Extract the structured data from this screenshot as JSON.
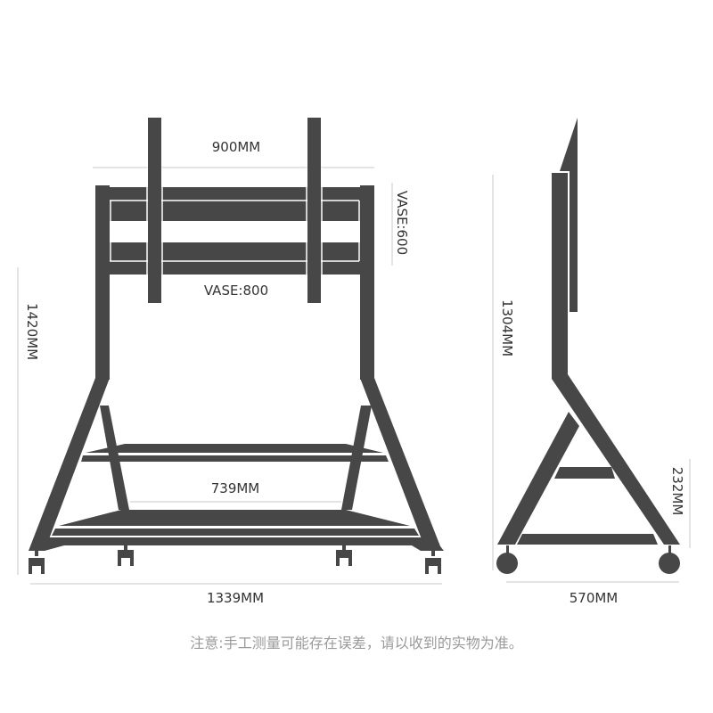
{
  "figure": {
    "title": "Mobile TV stand dimension drawing",
    "colors": {
      "steel": "#474747",
      "dimension_line": "#c8c8c8",
      "label": "#333333",
      "note": "#9a9a9a",
      "background": "#ffffff"
    }
  },
  "front_view": {
    "labels": {
      "top_width": "900MM",
      "vesa_horizontal": "VASE:800",
      "vesa_vertical": "VASE:600",
      "total_height": "1420MM",
      "shelf_width": "739MM",
      "base_width": "1339MM"
    },
    "casters": 4,
    "shelves": 2
  },
  "side_view": {
    "labels": {
      "height": "1304MM",
      "shelf_height": "232MM",
      "depth": "570MM"
    },
    "casters": 2
  },
  "footer": {
    "note": "注意:手工测量可能存在误差，请以收到的实物为准。"
  }
}
